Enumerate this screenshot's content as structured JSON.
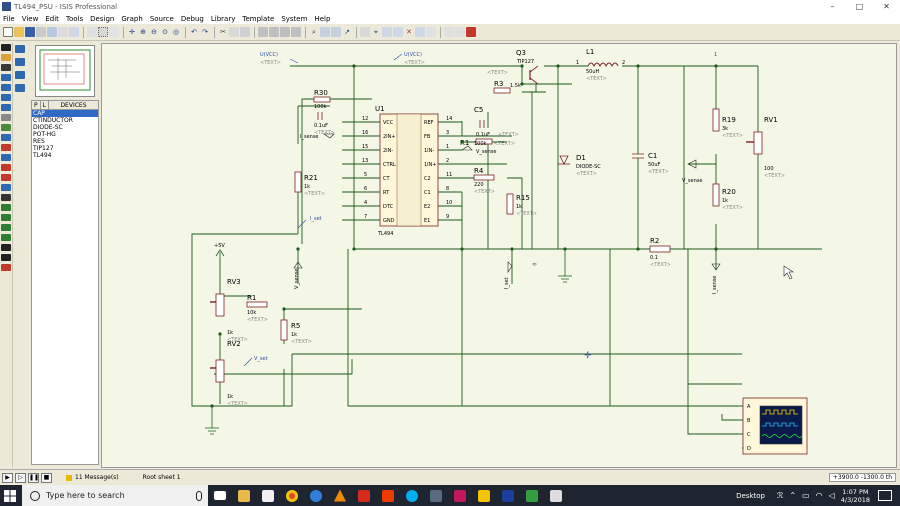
{
  "window": {
    "title": "TL494_PSU - ISIS Professional",
    "min": "–",
    "max": "□",
    "close": "✕"
  },
  "menu": [
    "File",
    "View",
    "Edit",
    "Tools",
    "Design",
    "Graph",
    "Source",
    "Debug",
    "Library",
    "Template",
    "System",
    "Help"
  ],
  "device_panel": {
    "tab_p": "P",
    "tab_l": "L",
    "title": "DEVICES",
    "items": [
      "CAP",
      "CTINDUCTOR",
      "DIODE-SC",
      "POT-HG",
      "RES",
      "TIP127",
      "TL494"
    ],
    "selected": 0
  },
  "schematic": {
    "ref_u1": "U1",
    "ref_u1_part": "TL494",
    "pin_vcc": "VCC",
    "pin_2inm": "2IN-",
    "pin_2inp": "2IN+",
    "pin_ctrl": "CTRL",
    "pin_ct": "CT",
    "pin_rt": "RT",
    "pin_dtc": "DTC",
    "pin_gnd": "GND",
    "pin_ref": "REF",
    "pin_fb": "FB",
    "pin_1inm": "1IN-",
    "pin_1inp": "1IN+",
    "pin_c2": "C2",
    "pin_c1": "C1",
    "pin_e2": "E2",
    "pin_e1": "E1",
    "pn_12": "12",
    "pn_16": "16",
    "pn_15": "15",
    "pn_13": "13",
    "pn_5": "5",
    "pn_6": "6",
    "pn_4": "4",
    "pn_7": "7",
    "pn_14": "14",
    "pn_3": "3",
    "pn_1": "1",
    "pn_2": "2",
    "pn_11": "11",
    "pn_8": "8",
    "pn_10": "10",
    "pn_9": "9",
    "q3": "Q3",
    "q3_part": "TIP127",
    "l1": "L1",
    "l1_val": "50uH",
    "l1_p1": "1",
    "l1_p2": "2",
    "r3": "R3",
    "r3_val": "1.5k",
    "r30": "R30",
    "r30_val": "100k",
    "c_01": "0.1uF",
    "i_sense": "I_sense",
    "c5": "C5",
    "c5_val": "0.1uF",
    "r1": "R1",
    "r1_val": "100k",
    "v_sense": "V_sense",
    "r4": "R4",
    "r4_val": "220",
    "r15": "R15",
    "r15_val": "1k",
    "d1": "D1",
    "d1_part": "DIODE-SC",
    "c1": "C1",
    "c1_val": "50uF",
    "r19": "R19",
    "r19_val": "3k",
    "r20": "R20",
    "r20_val": "1k",
    "rv1": "RV1",
    "rv1_val": "100",
    "r2": "R2",
    "r2_val": "0.1",
    "r21": "R21",
    "r21_val": "1k",
    "i_set": "I_set",
    "rv3": "RV3",
    "rv3_val": "1k",
    "rv2": "RV2",
    "rv2_val": "1k",
    "r1b": "R1",
    "r1b_val": "10k",
    "r5": "R5",
    "r5_val": "1k",
    "v_set": "V_set",
    "p5v": "+5V",
    "uvcc1": "U(VCC)",
    "uvcc2": "U(VCC)",
    "text_tag": "<TEXT>",
    "node1": "1",
    "osc_a": "A",
    "osc_b": "B",
    "osc_c": "C",
    "osc_d": "D",
    "lbl_iset_v": "I_set",
    "lbl_isense_v": "I_sense",
    "lbl_vsense_bot": "V_sense"
  },
  "status": {
    "messages": "11 Message(s)",
    "sheet": "Root sheet 1",
    "coords": "+3900.0   -1300.0   th"
  },
  "taskbar": {
    "search_placeholder": "Type here to search",
    "desktop": "Desktop",
    "time": "1:07 PM",
    "date": "4/3/2018"
  }
}
